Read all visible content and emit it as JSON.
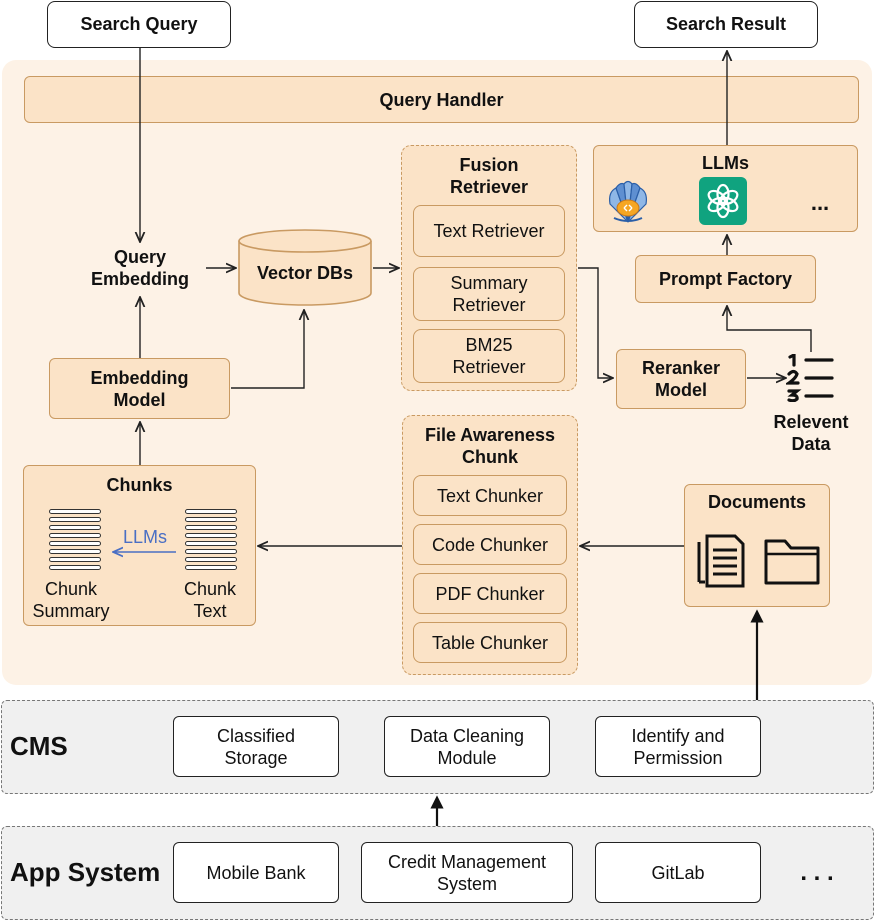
{
  "search_query": "Search Query",
  "search_result": "Search Result",
  "query_handler": "Query Handler",
  "query_embedding": "Query Embedding",
  "vector_dbs": "Vector DBs",
  "embedding_model": "Embedding Model",
  "fusion_retriever": {
    "title": "Fusion Retriever",
    "items": [
      "Text Retriever",
      "Summary Retriever",
      "BM25 Retriever"
    ]
  },
  "llms": {
    "title": "LLMs",
    "more": "..."
  },
  "prompt_factory": "Prompt Factory",
  "reranker_model": "Reranker Model",
  "relevant_data": "Relevent Data",
  "chunks": {
    "title": "Chunks",
    "arrow_label": "LLMs",
    "summary_label": "Chunk Summary",
    "text_label": "Chunk Text"
  },
  "file_awareness_chunk": {
    "title": "File  Awareness Chunk",
    "items": [
      "Text Chunker",
      "Code Chunker",
      "PDF Chunker",
      "Table Chunker"
    ]
  },
  "documents": "Documents",
  "cms": {
    "label": "CMS",
    "items": [
      "Classified Storage",
      "Data Cleaning Module",
      "Identify and Permission"
    ]
  },
  "app_system": {
    "label": "App System",
    "items": [
      "Mobile Bank",
      "Credit Management System",
      "GitLab"
    ],
    "more": ". . ."
  }
}
